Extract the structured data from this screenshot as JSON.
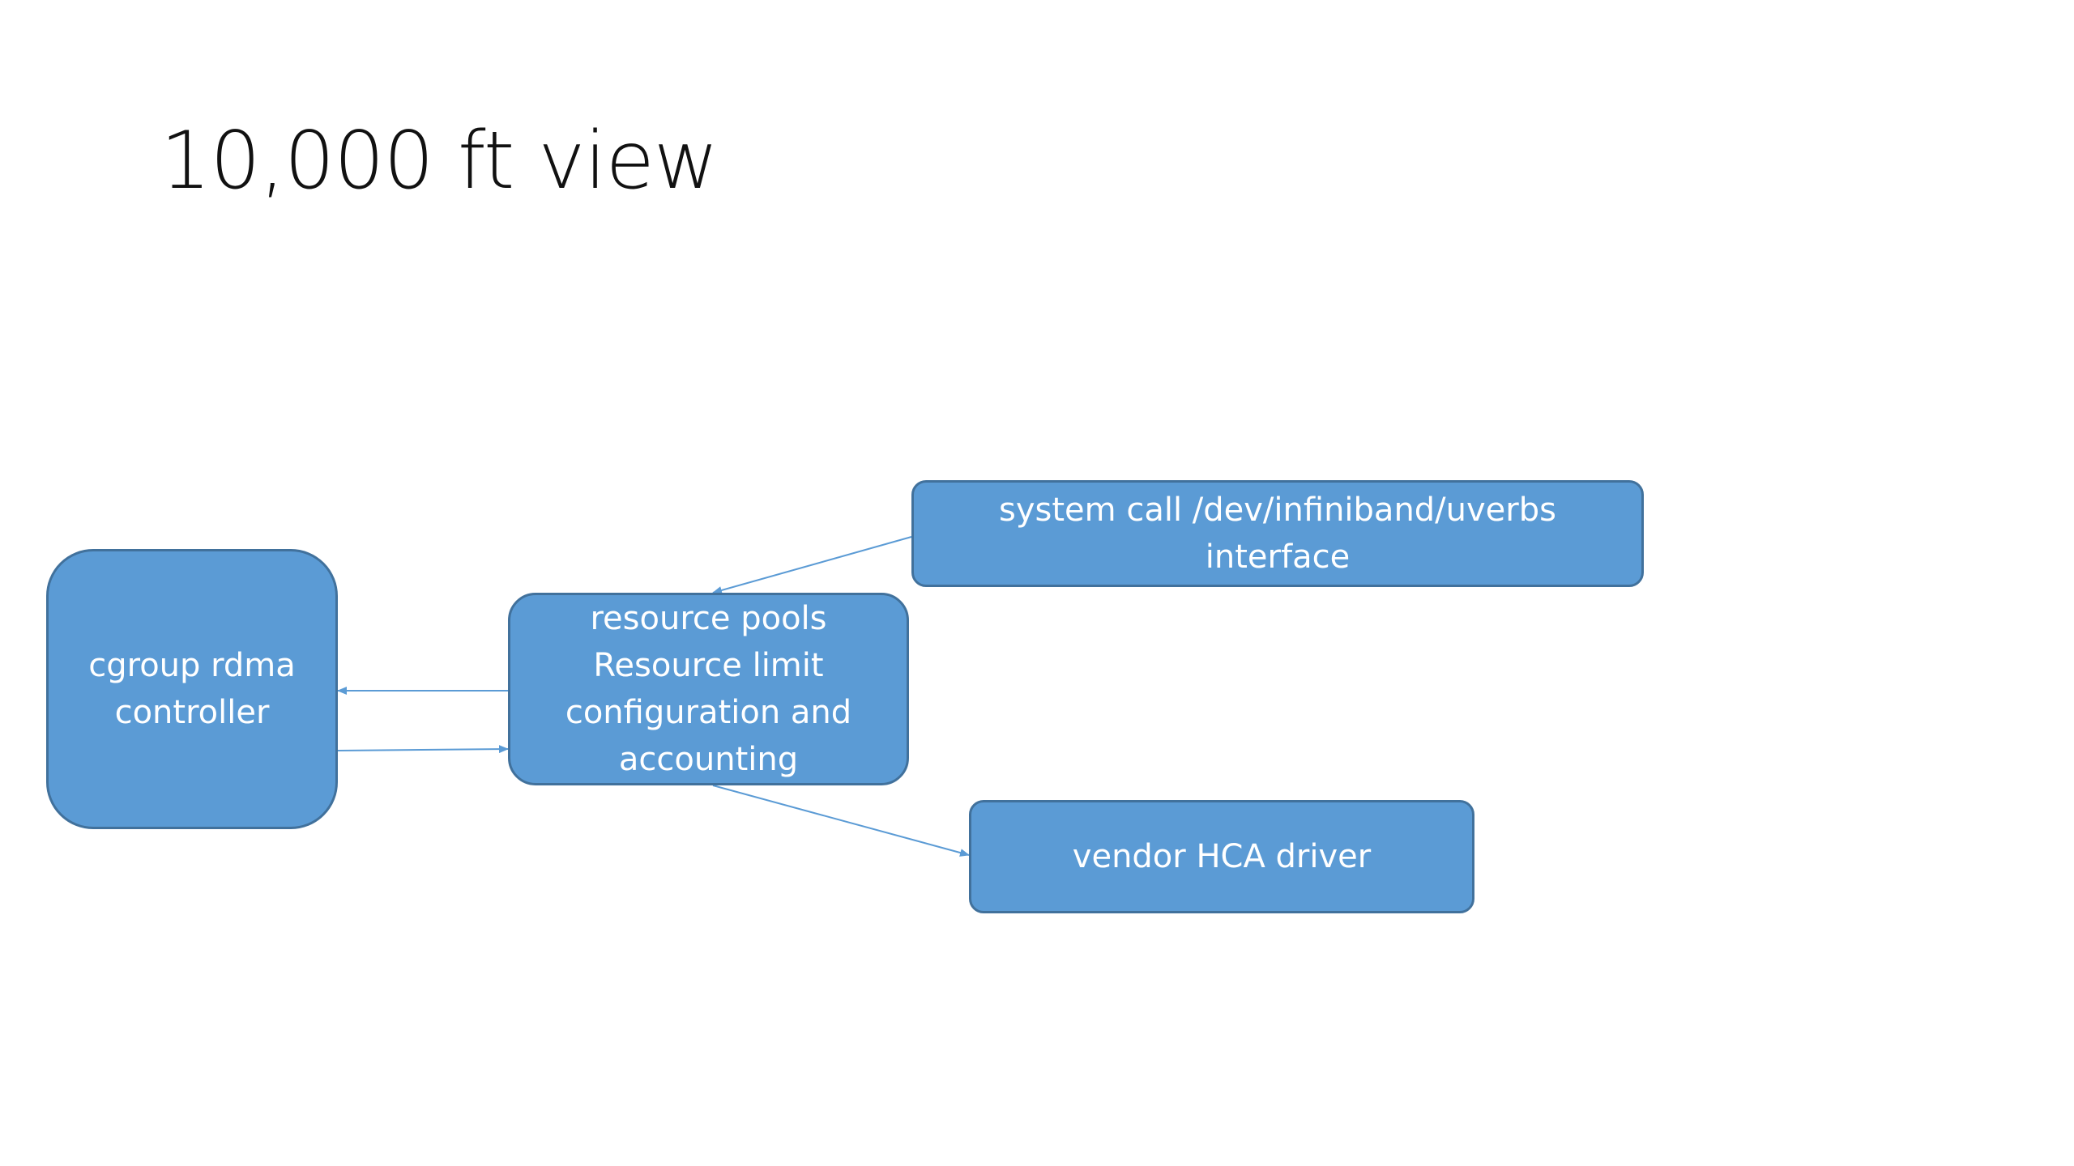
{
  "slide": {
    "title": "10,000 ft view"
  },
  "diagram": {
    "colors": {
      "box_fill": "#5b9bd5",
      "box_border": "#41719c",
      "connector": "#5b9bd5",
      "text": "#ffffff"
    },
    "nodes": {
      "cgroup": {
        "lines": [
          "cgroup rdma",
          "controller"
        ]
      },
      "pools": {
        "lines": [
          "resource pools",
          "Resource limit",
          "configuration and",
          "accounting"
        ]
      },
      "syscall": {
        "lines": [
          "system call /dev/infiniband/uverbs",
          "interface"
        ]
      },
      "vendor": {
        "lines": [
          "vendor HCA driver"
        ]
      }
    },
    "edges": [
      {
        "from": "syscall",
        "to": "pools"
      },
      {
        "from": "pools",
        "to": "cgroup"
      },
      {
        "from": "cgroup",
        "to": "pools"
      },
      {
        "from": "pools",
        "to": "vendor"
      }
    ]
  }
}
